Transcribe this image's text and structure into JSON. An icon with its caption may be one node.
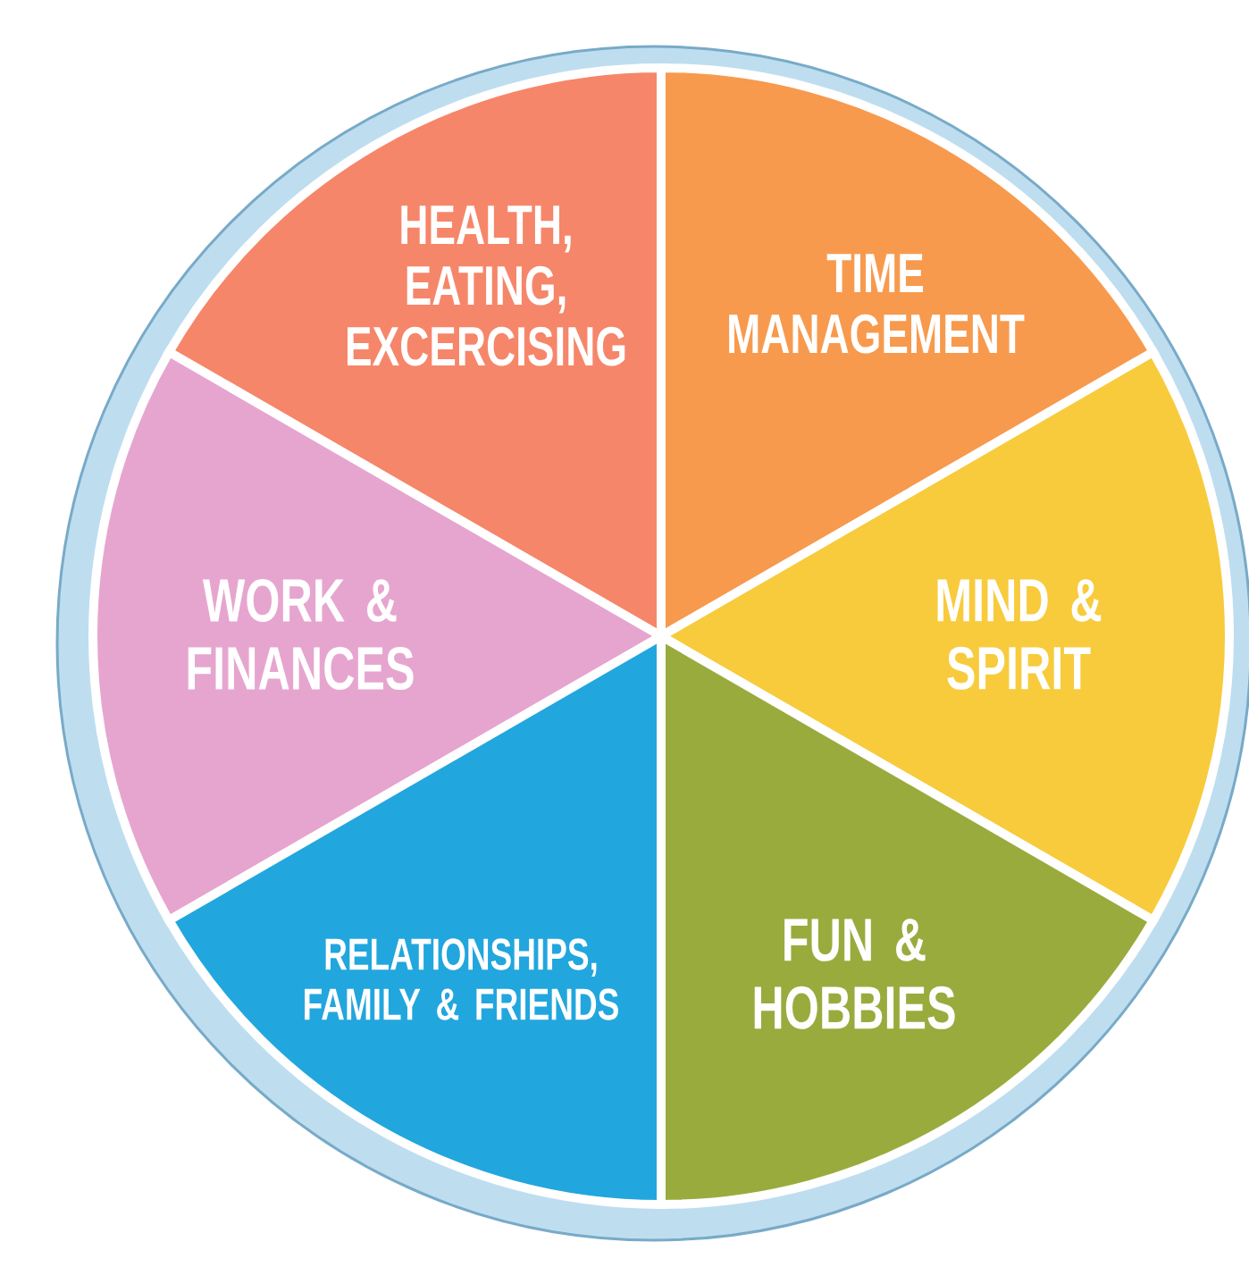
{
  "diagram": {
    "nodes": [
      {
        "text": [
          "HEALTH, EATING, EXCERCISING"
        ]
      },
      {
        "text": [
          "TIME MANAGEMENT"
        ]
      },
      {
        "text": [
          "WORK & FINANCES"
        ]
      },
      {
        "text": [
          "MIND & SPIRIT"
        ]
      },
      {
        "text": [
          "RELATIONSHIPS, FAMILY & FRIENDS"
        ]
      },
      {
        "text": [
          "FUN & HOBBIES"
        ]
      }
    ]
  }
}
